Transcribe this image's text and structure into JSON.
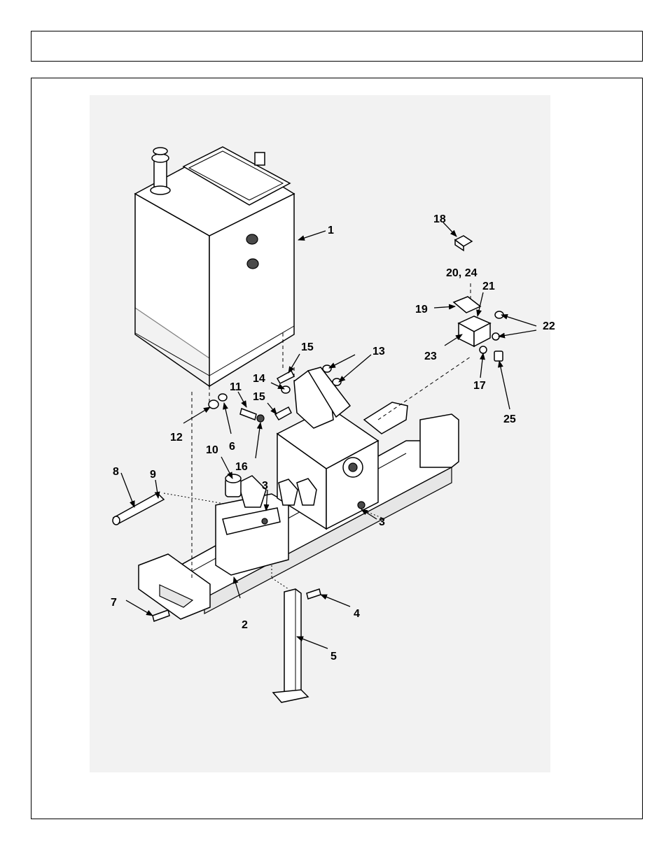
{
  "header": {
    "title": ""
  },
  "diagram": {
    "callouts": {
      "c1": "1",
      "c2": "2",
      "c3a": "3",
      "c3b": "3",
      "c4": "4",
      "c5": "5",
      "c6": "6",
      "c7": "7",
      "c8": "8",
      "c9": "9",
      "c10": "10",
      "c11": "11",
      "c12": "12",
      "c13": "13",
      "c14": "14",
      "c15a": "15",
      "c15b": "15",
      "c16": "16",
      "c17": "17",
      "c18": "18",
      "c19": "19",
      "c2024": "20, 24",
      "c21": "21",
      "c22": "22",
      "c23": "23",
      "c25": "25"
    }
  }
}
